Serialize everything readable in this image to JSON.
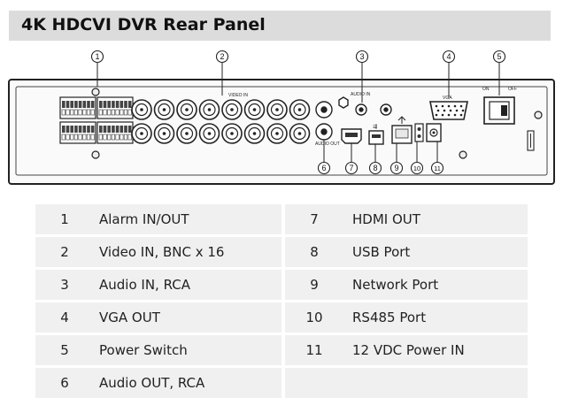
{
  "header": {
    "title": "4K HDCVI DVR Rear Panel"
  },
  "panel": {
    "callouts": [
      "1",
      "2",
      "3",
      "4",
      "5",
      "6",
      "7",
      "8",
      "9",
      "10",
      "11"
    ],
    "labels": {
      "video_in": "VIDEO IN",
      "audio_in": "AUDIO IN",
      "audio_out": "AUDIO OUT",
      "vga": "VGA",
      "on": "ON",
      "off": "OFF"
    }
  },
  "table": {
    "rows": [
      {
        "n1": "1",
        "l1": "Alarm IN/OUT",
        "n2": "7",
        "l2": "HDMI OUT"
      },
      {
        "n1": "2",
        "l1": "Video IN, BNC x 16",
        "n2": "8",
        "l2": "USB Port"
      },
      {
        "n1": "3",
        "l1": "Audio IN, RCA",
        "n2": "9",
        "l2": "Network Port"
      },
      {
        "n1": "4",
        "l1": "VGA OUT",
        "n2": "10",
        "l2": "RS485 Port"
      },
      {
        "n1": "5",
        "l1": "Power Switch",
        "n2": "11",
        "l2": "12 VDC Power IN"
      },
      {
        "n1": "6",
        "l1": "Audio OUT, RCA",
        "n2": "",
        "l2": ""
      }
    ]
  }
}
